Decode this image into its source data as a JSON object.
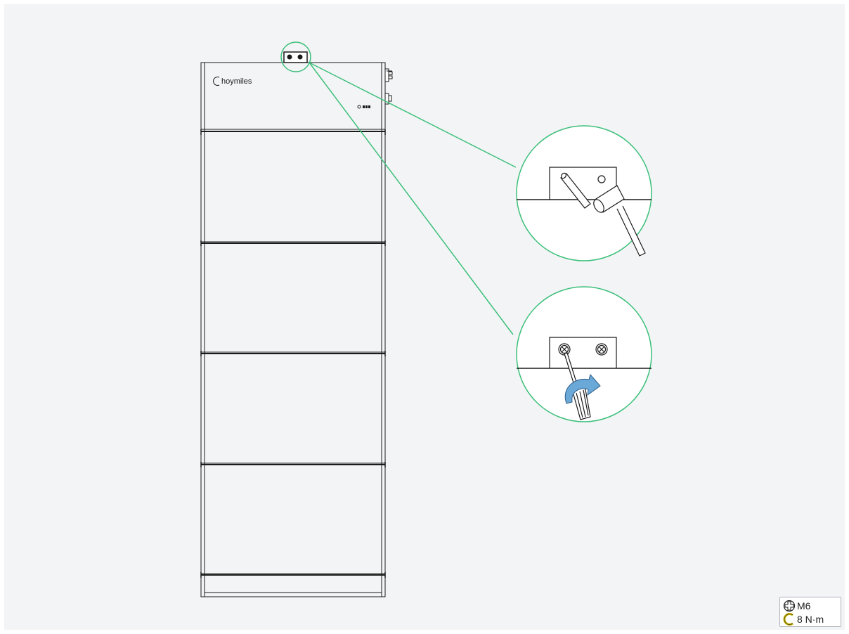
{
  "brand": {
    "logo_text": "hoymiles"
  },
  "colors": {
    "background": "#f3f4f6",
    "outline": "#1a1a1a",
    "callout": "#3cc07a",
    "arrow": "#6aa8d8",
    "torque_icon": "#c8b400"
  },
  "specs": {
    "screw": {
      "icon": "phillips-screw-icon",
      "label": "M6"
    },
    "torque": {
      "icon": "torque-wrench-icon",
      "label": "8 N·m"
    }
  }
}
